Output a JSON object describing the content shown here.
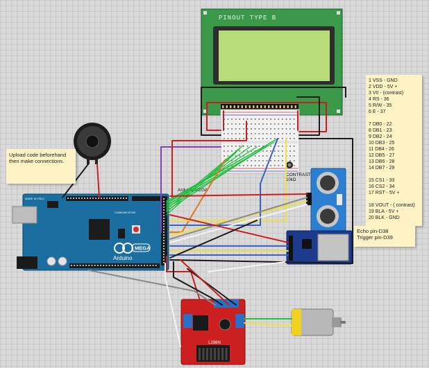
{
  "lcd": {
    "title": "PINOUT TYPE B",
    "colors": {
      "board": "#3a9a4a",
      "screen": "#b7dc78",
      "bezel": "#2d2d2d"
    }
  },
  "arduino": {
    "name": "Arduino",
    "model": "MEGA",
    "made_in": "MADE IN ITALY",
    "comm_label": "COMMUNICATION",
    "board_color": "#1a6ea0"
  },
  "labels": {
    "arduino_mega": "Arduino MEGA",
    "contrast": "CONTRAST ADJ",
    "resistance": "10kΩ"
  },
  "notes": {
    "upload": [
      "Upload code beforehand",
      "then make connections."
    ],
    "pinout": [
      "1 VSS - GND",
      "2 VDD - 5V +",
      "3 V0 - (contrast)",
      "4 RS - 36",
      "5 R/W - 35",
      "6 E - 37",
      "",
      "7 DB0 - 22",
      "8 DB1 - 23",
      "9 DB2 - 24",
      "10 DB3 - 25",
      "11 DB4 - 26",
      "12 DB5 - 27",
      "13 DB6 - 28",
      "14 DB7 - 29",
      "",
      "15 CS1 - 33",
      "16 CS2 - 34",
      "17 RST - 5V +",
      "",
      "18 VOUT - ( contrast)",
      "19 BLA - 5V +",
      "20 BLK - GND"
    ],
    "echo": [
      "Echo pin-D38",
      "Trigger pin-D39"
    ]
  },
  "motor_driver": {
    "model": "L298N",
    "color": "#cc1f1f"
  },
  "wire_colors": {
    "red": "#c81e1e",
    "black": "#1b1b1b",
    "blue": "#3b5fc8",
    "yellow": "#f0e040",
    "green": "#22c040",
    "orange": "#e07820",
    "purple": "#8a3fb5",
    "white": "#f4f4f4",
    "grey": "#8a8a8a"
  }
}
